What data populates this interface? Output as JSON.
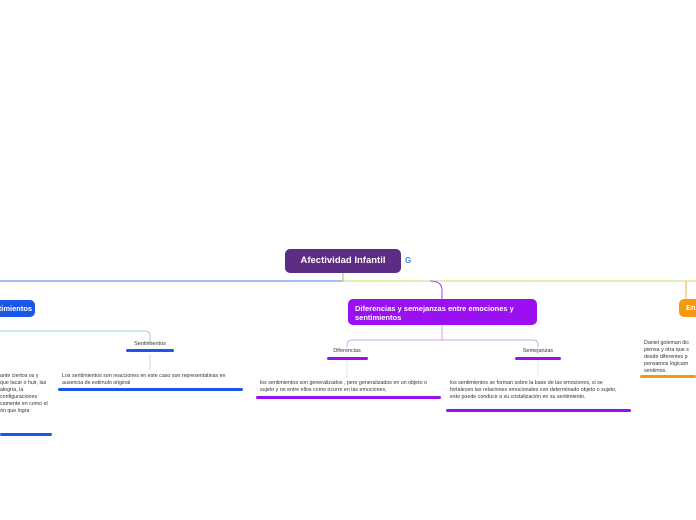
{
  "root": {
    "title": "Afectividad Infantil"
  },
  "left_branch": {
    "title": "entimientos",
    "color": "#1a56e8",
    "sentimientos_label": "Sentimientos",
    "sentimientos_text": "Los sentimientos son reacciones en este caso son representativas en ausencia de estimulo original",
    "far_left_text": "ante ciertos os y que tacar o huir, las alegría, la configuraciones camente en como el ón que logra"
  },
  "middle_branch": {
    "title": "Diferencias y semejanzas entre emociones y sentimientos",
    "color": "#9b10f0",
    "diferencias_label": "Diferencias",
    "diferencias_text": "los sentimientos son generalizados , pero generalizados en un objeto o sujeto y no entre ellos como ocurre en las emociones,",
    "semejanzas_label": "Semejanzas",
    "semejanzas_text": "los sentimientos se forman sobre la base de las emociones, si se fortalecen las relaciones emocionales con determinado objeto o sujeto, esto puede conducir a su cristalización en su sentimiento."
  },
  "right_branch": {
    "title": "En",
    "color": "#f59a10",
    "text": "Daniel goleman dic piensa y otra que s desde diferentes p pensamos lógicam sentimos."
  }
}
